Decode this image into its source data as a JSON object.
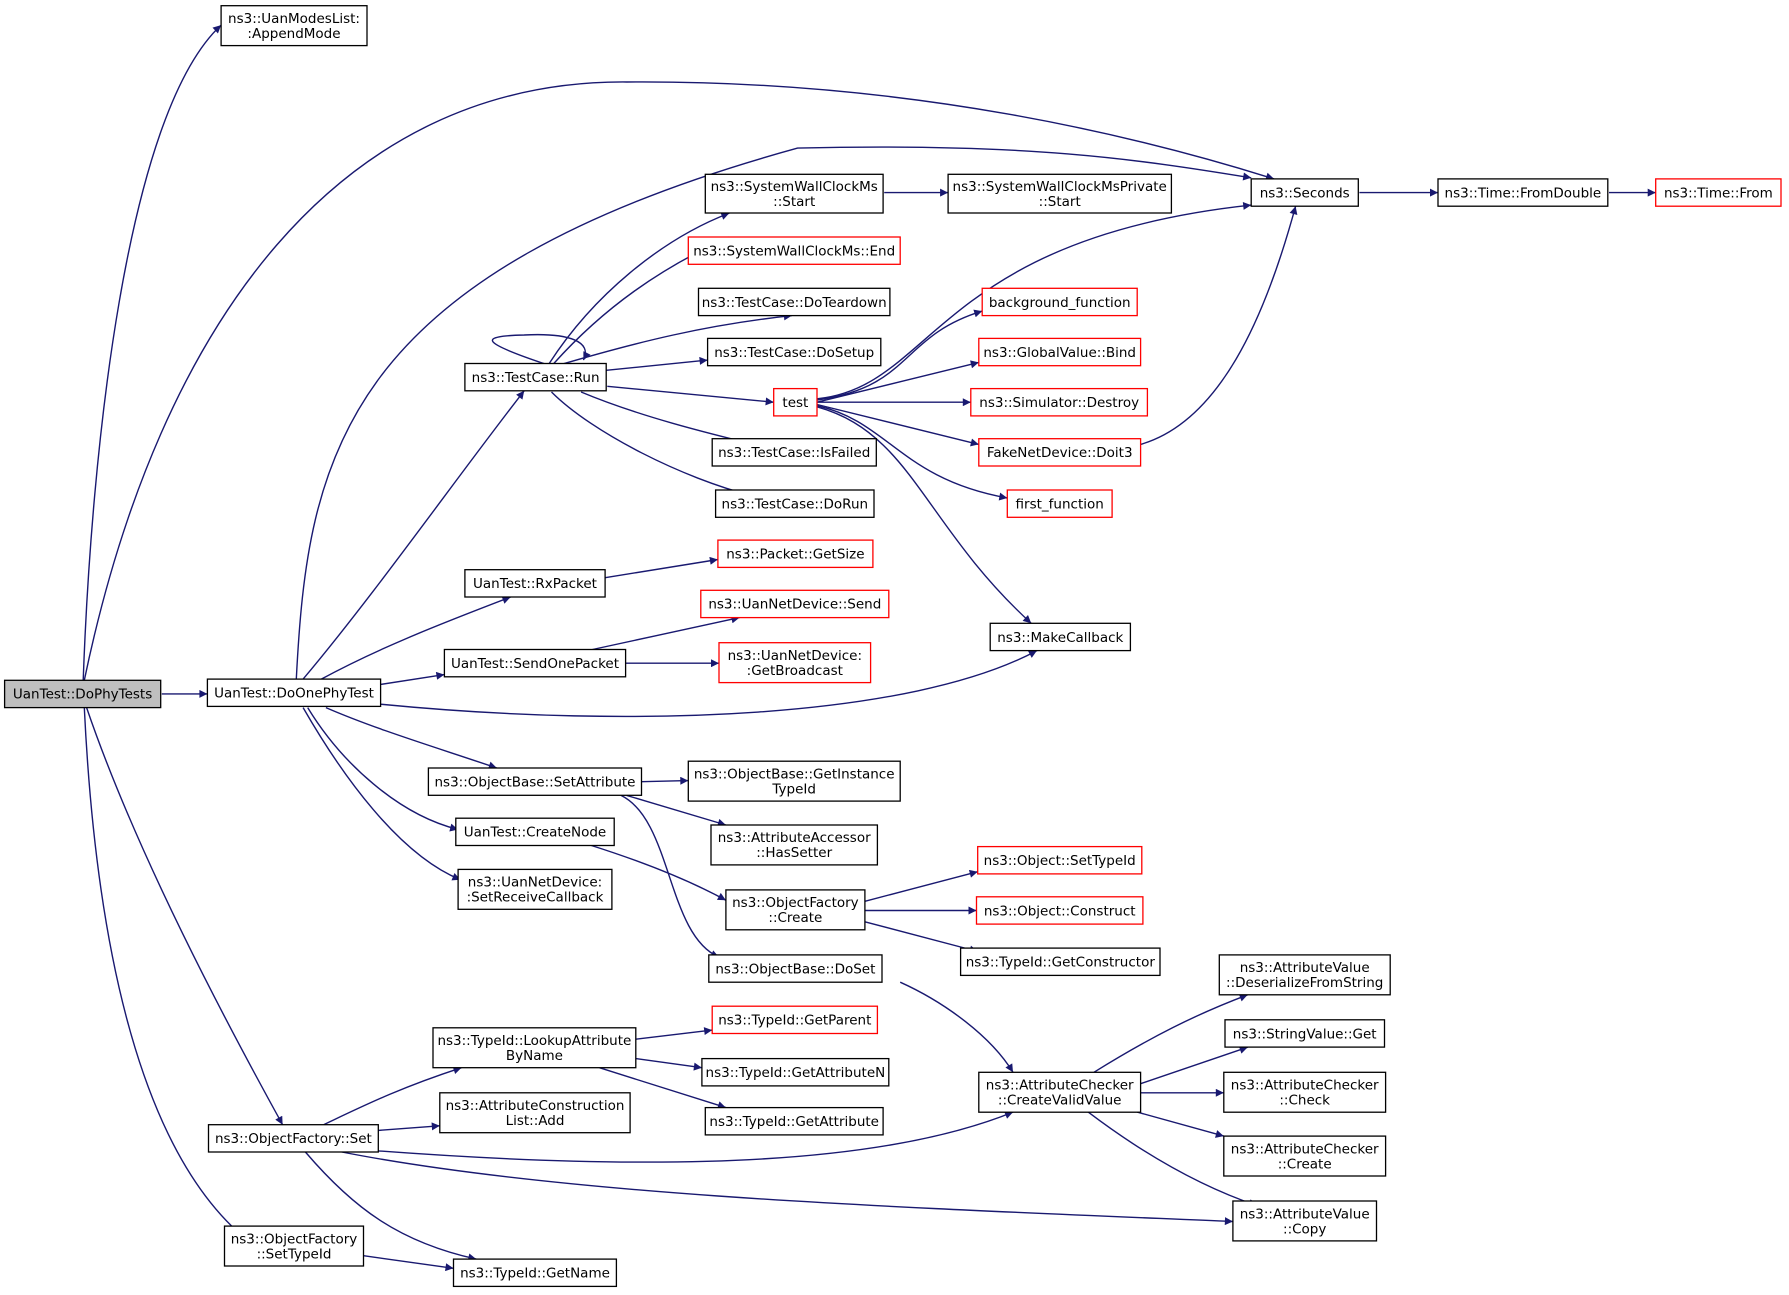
{
  "colors": {
    "edge": "#191970",
    "node_border": "#000000",
    "node_border_incomplete": "#ff0000",
    "root_fill": "#bfbfbf"
  },
  "nodes": [
    {
      "id": "DoPhyTests",
      "lines": [
        "UanTest::DoPhyTests"
      ],
      "style": "root"
    },
    {
      "id": "AppendMode",
      "lines": [
        "ns3::UanModesList:",
        ":AppendMode"
      ],
      "style": "normal"
    },
    {
      "id": "Seconds",
      "lines": [
        "ns3::Seconds"
      ],
      "style": "normal"
    },
    {
      "id": "FromDouble",
      "lines": [
        "ns3::Time::FromDouble"
      ],
      "style": "normal"
    },
    {
      "id": "TimeFrom",
      "lines": [
        "ns3::Time::From"
      ],
      "style": "red"
    },
    {
      "id": "SWCStart",
      "lines": [
        "ns3::SystemWallClockMs",
        "::Start"
      ],
      "style": "normal"
    },
    {
      "id": "SWCPStart",
      "lines": [
        "ns3::SystemWallClockMsPrivate",
        "::Start"
      ],
      "style": "normal"
    },
    {
      "id": "SWCEnd",
      "lines": [
        "ns3::SystemWallClockMs::End"
      ],
      "style": "red"
    },
    {
      "id": "DoTeardown",
      "lines": [
        "ns3::TestCase::DoTeardown"
      ],
      "style": "normal"
    },
    {
      "id": "DoSetup",
      "lines": [
        "ns3::TestCase::DoSetup"
      ],
      "style": "normal"
    },
    {
      "id": "TestCaseRun",
      "lines": [
        "ns3::TestCase::Run"
      ],
      "style": "normal"
    },
    {
      "id": "test",
      "lines": [
        "test"
      ],
      "style": "red"
    },
    {
      "id": "background_function",
      "lines": [
        "background_function"
      ],
      "style": "red"
    },
    {
      "id": "GVBind",
      "lines": [
        "ns3::GlobalValue::Bind"
      ],
      "style": "red"
    },
    {
      "id": "SimDestroy",
      "lines": [
        "ns3::Simulator::Destroy"
      ],
      "style": "red"
    },
    {
      "id": "Doit3",
      "lines": [
        "FakeNetDevice::Doit3"
      ],
      "style": "red"
    },
    {
      "id": "first_function",
      "lines": [
        "first_function"
      ],
      "style": "red"
    },
    {
      "id": "IsFailed",
      "lines": [
        "ns3::TestCase::IsFailed"
      ],
      "style": "normal"
    },
    {
      "id": "DoRun",
      "lines": [
        "ns3::TestCase::DoRun"
      ],
      "style": "normal"
    },
    {
      "id": "GetSize",
      "lines": [
        "ns3::Packet::GetSize"
      ],
      "style": "red"
    },
    {
      "id": "RxPacket",
      "lines": [
        "UanTest::RxPacket"
      ],
      "style": "normal"
    },
    {
      "id": "UNDSend",
      "lines": [
        "ns3::UanNetDevice::Send"
      ],
      "style": "red"
    },
    {
      "id": "SendOnePacket",
      "lines": [
        "UanTest::SendOnePacket"
      ],
      "style": "normal"
    },
    {
      "id": "GetBroadcast",
      "lines": [
        "ns3::UanNetDevice:",
        ":GetBroadcast"
      ],
      "style": "red"
    },
    {
      "id": "MakeCallback",
      "lines": [
        "ns3::MakeCallback"
      ],
      "style": "normal"
    },
    {
      "id": "DoOnePhyTest",
      "lines": [
        "UanTest::DoOnePhyTest"
      ],
      "style": "normal"
    },
    {
      "id": "SetAttribute",
      "lines": [
        "ns3::ObjectBase::SetAttribute"
      ],
      "style": "normal"
    },
    {
      "id": "GetInstanceTypeId",
      "lines": [
        "ns3::ObjectBase::GetInstance",
        "TypeId"
      ],
      "style": "normal"
    },
    {
      "id": "HasSetter",
      "lines": [
        "ns3::AttributeAccessor",
        "::HasSetter"
      ],
      "style": "normal"
    },
    {
      "id": "CreateNode",
      "lines": [
        "UanTest::CreateNode"
      ],
      "style": "normal"
    },
    {
      "id": "SetReceiveCallback",
      "lines": [
        "ns3::UanNetDevice:",
        ":SetReceiveCallback"
      ],
      "style": "normal"
    },
    {
      "id": "OFCreate",
      "lines": [
        "ns3::ObjectFactory",
        "::Create"
      ],
      "style": "normal"
    },
    {
      "id": "SetTypeIdObj",
      "lines": [
        "ns3::Object::SetTypeId"
      ],
      "style": "red"
    },
    {
      "id": "Construct",
      "lines": [
        "ns3::Object::Construct"
      ],
      "style": "red"
    },
    {
      "id": "GetConstructor",
      "lines": [
        "ns3::TypeId::GetConstructor"
      ],
      "style": "normal"
    },
    {
      "id": "DoSet",
      "lines": [
        "ns3::ObjectBase::DoSet"
      ],
      "style": "normal"
    },
    {
      "id": "DeserializeFromString",
      "lines": [
        "ns3::AttributeValue",
        "::DeserializeFromString"
      ],
      "style": "normal"
    },
    {
      "id": "StringValueGet",
      "lines": [
        "ns3::StringValue::Get"
      ],
      "style": "normal"
    },
    {
      "id": "GetParent",
      "lines": [
        "ns3::TypeId::GetParent"
      ],
      "style": "red"
    },
    {
      "id": "LookupAttributeByName",
      "lines": [
        "ns3::TypeId::LookupAttribute",
        "ByName"
      ],
      "style": "normal"
    },
    {
      "id": "GetAttributeN",
      "lines": [
        "ns3::TypeId::GetAttributeN"
      ],
      "style": "normal"
    },
    {
      "id": "CreateValidValue",
      "lines": [
        "ns3::AttributeChecker",
        "::CreateValidValue"
      ],
      "style": "normal"
    },
    {
      "id": "ACCheck",
      "lines": [
        "ns3::AttributeChecker",
        "::Check"
      ],
      "style": "normal"
    },
    {
      "id": "ACLAdd",
      "lines": [
        "ns3::AttributeConstruction",
        "List::Add"
      ],
      "style": "normal"
    },
    {
      "id": "GetAttribute",
      "lines": [
        "ns3::TypeId::GetAttribute"
      ],
      "style": "normal"
    },
    {
      "id": "OFSet",
      "lines": [
        "ns3::ObjectFactory::Set"
      ],
      "style": "normal"
    },
    {
      "id": "ACCreate",
      "lines": [
        "ns3::AttributeChecker",
        "::Create"
      ],
      "style": "normal"
    },
    {
      "id": "AVCopy",
      "lines": [
        "ns3::AttributeValue",
        "::Copy"
      ],
      "style": "normal"
    },
    {
      "id": "OFSetTypeId",
      "lines": [
        "ns3::ObjectFactory",
        "::SetTypeId"
      ],
      "style": "normal"
    },
    {
      "id": "GetName",
      "lines": [
        "ns3::TypeId::GetName"
      ],
      "style": "normal"
    }
  ]
}
